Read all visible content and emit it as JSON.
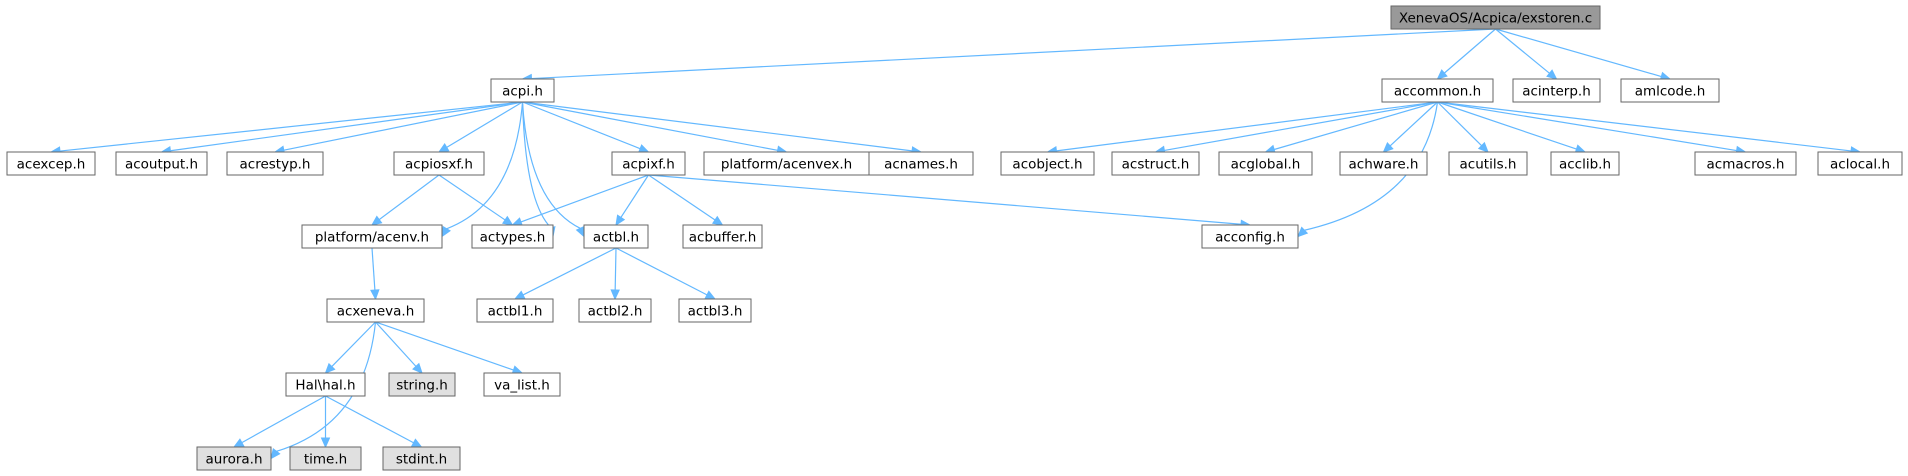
{
  "graph": {
    "colors": {
      "root_fill": "#999999",
      "node_fill": "#ffffff",
      "missing_fill": "#e0e0e0",
      "border": "#666666",
      "edge": "#63b8ff"
    },
    "nodes": [
      {
        "id": "root",
        "label": "XenevaOS/Acpica/exstoren.c",
        "type": "root"
      },
      {
        "id": "acpi",
        "label": "acpi.h",
        "type": "file"
      },
      {
        "id": "accommon",
        "label": "accommon.h",
        "type": "file"
      },
      {
        "id": "acinterp",
        "label": "acinterp.h",
        "type": "file"
      },
      {
        "id": "amlcode",
        "label": "amlcode.h",
        "type": "file"
      },
      {
        "id": "acexcep",
        "label": "acexcep.h",
        "type": "file"
      },
      {
        "id": "acoutput",
        "label": "acoutput.h",
        "type": "file"
      },
      {
        "id": "acrestyp",
        "label": "acrestyp.h",
        "type": "file"
      },
      {
        "id": "acpiosxf",
        "label": "acpiosxf.h",
        "type": "file"
      },
      {
        "id": "acpixf",
        "label": "acpixf.h",
        "type": "file"
      },
      {
        "id": "acenvex",
        "label": "platform/acenvex.h",
        "type": "file"
      },
      {
        "id": "acnames",
        "label": "acnames.h",
        "type": "file"
      },
      {
        "id": "acobject",
        "label": "acobject.h",
        "type": "file"
      },
      {
        "id": "acstruct",
        "label": "acstruct.h",
        "type": "file"
      },
      {
        "id": "acglobal",
        "label": "acglobal.h",
        "type": "file"
      },
      {
        "id": "achware",
        "label": "achware.h",
        "type": "file"
      },
      {
        "id": "acutils",
        "label": "acutils.h",
        "type": "file"
      },
      {
        "id": "acclib",
        "label": "acclib.h",
        "type": "file"
      },
      {
        "id": "acmacros",
        "label": "acmacros.h",
        "type": "file"
      },
      {
        "id": "aclocal",
        "label": "aclocal.h",
        "type": "file"
      },
      {
        "id": "acenv",
        "label": "platform/acenv.h",
        "type": "file"
      },
      {
        "id": "actypes",
        "label": "actypes.h",
        "type": "file"
      },
      {
        "id": "actbl",
        "label": "actbl.h",
        "type": "file"
      },
      {
        "id": "acbuffer",
        "label": "acbuffer.h",
        "type": "file"
      },
      {
        "id": "acconfig",
        "label": "acconfig.h",
        "type": "file"
      },
      {
        "id": "acxeneva",
        "label": "acxeneva.h",
        "type": "file"
      },
      {
        "id": "actbl1",
        "label": "actbl1.h",
        "type": "file"
      },
      {
        "id": "actbl2",
        "label": "actbl2.h",
        "type": "file"
      },
      {
        "id": "actbl3",
        "label": "actbl3.h",
        "type": "file"
      },
      {
        "id": "halh",
        "label": "Hal\\hal.h",
        "type": "file"
      },
      {
        "id": "string",
        "label": "string.h",
        "type": "missing"
      },
      {
        "id": "valist",
        "label": "va_list.h",
        "type": "file"
      },
      {
        "id": "aurora",
        "label": "aurora.h",
        "type": "missing"
      },
      {
        "id": "time",
        "label": "time.h",
        "type": "missing"
      },
      {
        "id": "stdint",
        "label": "stdint.h",
        "type": "missing"
      }
    ],
    "edges": [
      [
        "root",
        "acpi"
      ],
      [
        "root",
        "accommon"
      ],
      [
        "root",
        "acinterp"
      ],
      [
        "root",
        "amlcode"
      ],
      [
        "acpi",
        "acexcep"
      ],
      [
        "acpi",
        "acoutput"
      ],
      [
        "acpi",
        "acrestyp"
      ],
      [
        "acpi",
        "acpiosxf"
      ],
      [
        "acpi",
        "acpixf"
      ],
      [
        "acpi",
        "acenvex"
      ],
      [
        "acpi",
        "acnames"
      ],
      [
        "acpi",
        "acenv"
      ],
      [
        "acpi",
        "actypes"
      ],
      [
        "acpi",
        "actbl"
      ],
      [
        "accommon",
        "acobject"
      ],
      [
        "accommon",
        "acstruct"
      ],
      [
        "accommon",
        "acglobal"
      ],
      [
        "accommon",
        "achware"
      ],
      [
        "accommon",
        "acutils"
      ],
      [
        "accommon",
        "acclib"
      ],
      [
        "accommon",
        "acmacros"
      ],
      [
        "accommon",
        "aclocal"
      ],
      [
        "accommon",
        "acconfig"
      ],
      [
        "acpiosxf",
        "acenv"
      ],
      [
        "acpiosxf",
        "actypes"
      ],
      [
        "acpixf",
        "actypes"
      ],
      [
        "acpixf",
        "actbl"
      ],
      [
        "acpixf",
        "acbuffer"
      ],
      [
        "acpixf",
        "acconfig"
      ],
      [
        "acenv",
        "acxeneva"
      ],
      [
        "actbl",
        "actbl1"
      ],
      [
        "actbl",
        "actbl2"
      ],
      [
        "actbl",
        "actbl3"
      ],
      [
        "acxeneva",
        "aurora"
      ],
      [
        "acxeneva",
        "halh"
      ],
      [
        "acxeneva",
        "string"
      ],
      [
        "acxeneva",
        "valist"
      ],
      [
        "halh",
        "aurora"
      ],
      [
        "halh",
        "time"
      ],
      [
        "halh",
        "stdint"
      ]
    ]
  }
}
